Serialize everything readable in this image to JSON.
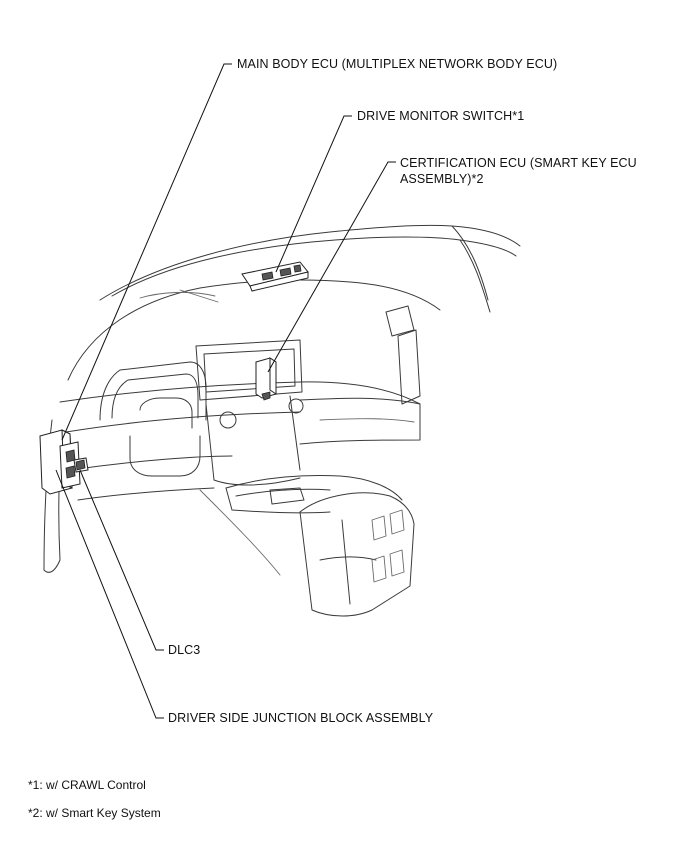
{
  "callouts": {
    "main_body_ecu": "MAIN BODY ECU (MULTIPLEX NETWORK BODY ECU)",
    "drive_monitor_switch": "DRIVE MONITOR  SWITCH*1",
    "certification_ecu_line1": "CERTIFICATION  ECU (SMART KEY ECU",
    "certification_ecu_line2": "ASSEMBLY)*2",
    "dlc3": "DLC3",
    "driver_side_junction_block": "DRIVER SIDE JUNCTION  BLOCK ASSEMBLY"
  },
  "footnotes": {
    "note1": "*1: w/ CRAWL Control",
    "note2": "*2: w/ Smart Key System"
  }
}
